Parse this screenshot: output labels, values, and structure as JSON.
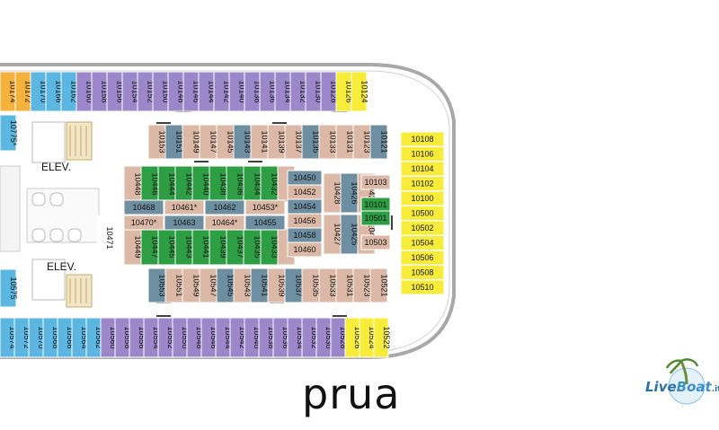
{
  "colors": {
    "purple": "#9b87c9",
    "blue": "#5bb7e2",
    "yellow": "#f7ec3a",
    "orange": "#f5b23c",
    "tan": "#dcb8a6",
    "slate": "#6e8fa2",
    "green": "#2e9e45",
    "hull": "#a8a8a8"
  },
  "labels": {
    "bow": "prua",
    "elevator_top": "ELEV.",
    "elevator_bottom": "ELEV."
  },
  "brand": {
    "part1": "Live",
    "part2": "Boat",
    "tld": ".it"
  },
  "cabins": {
    "top_row": [
      {
        "n": "10174",
        "c": "orange",
        "icon": false
      },
      {
        "n": "10172",
        "c": "orange",
        "icon": true
      },
      {
        "n": "10170",
        "c": "blue",
        "icon": true
      },
      {
        "n": "10166",
        "c": "blue",
        "icon": true
      },
      {
        "n": "10162",
        "c": "blue",
        "icon": false
      },
      {
        "n": "10160",
        "c": "purple",
        "icon": false
      },
      {
        "n": "10158",
        "c": "purple",
        "icon": false
      },
      {
        "n": "10156",
        "c": "purple",
        "icon": false
      },
      {
        "n": "10154",
        "c": "purple",
        "icon": false
      },
      {
        "n": "10152",
        "c": "purple",
        "icon": false
      },
      {
        "n": "10150",
        "c": "purple",
        "icon": false
      },
      {
        "n": "10148",
        "c": "purple",
        "icon": false
      },
      {
        "n": "10146",
        "c": "purple",
        "icon": false
      },
      {
        "n": "10144",
        "c": "purple",
        "icon": false
      },
      {
        "n": "10142",
        "c": "purple",
        "icon": false
      },
      {
        "n": "10140",
        "c": "purple",
        "icon": false
      },
      {
        "n": "10138",
        "c": "purple",
        "icon": false
      },
      {
        "n": "10136",
        "c": "purple",
        "icon": false
      },
      {
        "n": "10134",
        "c": "purple",
        "icon": false
      },
      {
        "n": "10132",
        "c": "purple",
        "icon": false
      },
      {
        "n": "10130",
        "c": "purple",
        "icon": false
      },
      {
        "n": "10128",
        "c": "purple",
        "icon": false
      },
      {
        "n": "10126",
        "c": "yellow",
        "icon": false
      },
      {
        "n": "10124",
        "c": "yellow",
        "icon": false
      }
    ],
    "bottom_row": [
      {
        "n": "10574",
        "c": "blue",
        "icon": false
      },
      {
        "n": "10572",
        "c": "blue",
        "icon": false
      },
      {
        "n": "10570",
        "c": "blue",
        "icon": false
      },
      {
        "n": "10568",
        "c": "blue",
        "icon": false
      },
      {
        "n": "10566",
        "c": "blue",
        "icon": false
      },
      {
        "n": "10564",
        "c": "blue",
        "icon": false
      },
      {
        "n": "10562",
        "c": "blue",
        "icon": false
      },
      {
        "n": "10560",
        "c": "purple",
        "icon": false
      },
      {
        "n": "10558",
        "c": "purple",
        "icon": false
      },
      {
        "n": "10556",
        "c": "purple",
        "icon": false
      },
      {
        "n": "10554",
        "c": "purple",
        "icon": false
      },
      {
        "n": "10552",
        "c": "purple",
        "icon": false
      },
      {
        "n": "10550",
        "c": "purple",
        "icon": false
      },
      {
        "n": "10548",
        "c": "purple",
        "icon": false
      },
      {
        "n": "10546",
        "c": "purple",
        "icon": false
      },
      {
        "n": "10544",
        "c": "purple",
        "icon": false
      },
      {
        "n": "10542",
        "c": "purple",
        "icon": false
      },
      {
        "n": "10540",
        "c": "purple",
        "icon": false
      },
      {
        "n": "10538",
        "c": "purple",
        "icon": false
      },
      {
        "n": "10536",
        "c": "purple",
        "icon": false
      },
      {
        "n": "10534",
        "c": "purple",
        "icon": false
      },
      {
        "n": "10532",
        "c": "purple",
        "icon": false
      },
      {
        "n": "10530",
        "c": "purple",
        "icon": false
      },
      {
        "n": "10528",
        "c": "purple",
        "icon": false
      },
      {
        "n": "10526",
        "c": "yellow",
        "icon": false
      },
      {
        "n": "10524",
        "c": "yellow",
        "icon": false
      },
      {
        "n": "10522",
        "c": "yellow",
        "icon": false
      }
    ],
    "upper_inner": [
      {
        "n": "10153",
        "c": "tan"
      },
      {
        "n": "10151",
        "c": "slate"
      },
      {
        "n": "10149",
        "c": "tan"
      },
      {
        "n": "10147",
        "c": "tan"
      },
      {
        "n": "10145",
        "c": "tan"
      },
      {
        "n": "10143",
        "c": "slate"
      },
      {
        "n": "10141",
        "c": "tan"
      },
      {
        "n": "10139",
        "c": "tan"
      },
      {
        "n": "10137",
        "c": "tan"
      },
      {
        "n": "10135",
        "c": "slate"
      },
      {
        "n": "10133",
        "c": "tan"
      },
      {
        "n": "10131",
        "c": "tan"
      },
      {
        "n": "10123",
        "c": "tan"
      },
      {
        "n": "10121",
        "c": "slate"
      }
    ],
    "lower_inner": [
      {
        "n": "10553",
        "c": "slate"
      },
      {
        "n": "10551",
        "c": "tan"
      },
      {
        "n": "10549",
        "c": "tan"
      },
      {
        "n": "10547",
        "c": "tan"
      },
      {
        "n": "10545",
        "c": "slate"
      },
      {
        "n": "10543",
        "c": "tan"
      },
      {
        "n": "10541",
        "c": "slate"
      },
      {
        "n": "10539",
        "c": "tan"
      },
      {
        "n": "10537",
        "c": "slate"
      },
      {
        "n": "10535",
        "c": "tan"
      },
      {
        "n": "10533",
        "c": "tan"
      },
      {
        "n": "10531",
        "c": "tan"
      },
      {
        "n": "10523",
        "c": "tan"
      },
      {
        "n": "10521",
        "c": "tan"
      }
    ],
    "center_top": [
      {
        "n": "10448",
        "c": "tan"
      },
      {
        "n": "10446",
        "c": "green"
      },
      {
        "n": "10444",
        "c": "green"
      },
      {
        "n": "10442",
        "c": "green"
      },
      {
        "n": "10440",
        "c": "green"
      },
      {
        "n": "10438",
        "c": "green"
      },
      {
        "n": "10436",
        "c": "green"
      },
      {
        "n": "10434",
        "c": "green"
      },
      {
        "n": "10432",
        "c": "green"
      },
      {
        "n": "10430",
        "c": "tan"
      }
    ],
    "center_bottom": [
      {
        "n": "10449",
        "c": "tan"
      },
      {
        "n": "10447",
        "c": "green"
      },
      {
        "n": "10445",
        "c": "green"
      },
      {
        "n": "10443",
        "c": "green"
      },
      {
        "n": "10441",
        "c": "green"
      },
      {
        "n": "10439",
        "c": "green"
      },
      {
        "n": "10437",
        "c": "green"
      },
      {
        "n": "10435",
        "c": "green"
      },
      {
        "n": "10433",
        "c": "green"
      },
      {
        "n": "10431",
        "c": "tan"
      }
    ],
    "center_mid": [
      {
        "n": "10468",
        "c": "slate"
      },
      {
        "n": "10461*",
        "c": "tan"
      },
      {
        "n": "10462",
        "c": "slate"
      },
      {
        "n": "10453*",
        "c": "tan"
      },
      {
        "n": "10470*",
        "c": "tan"
      },
      {
        "n": "10463",
        "c": "slate"
      },
      {
        "n": "10464*",
        "c": "tan"
      },
      {
        "n": "10455",
        "c": "slate"
      }
    ],
    "right_block": [
      {
        "n": "10450",
        "c": "slate"
      },
      {
        "n": "10452",
        "c": "tan"
      },
      {
        "n": "10454",
        "c": "slate"
      },
      {
        "n": "10456",
        "c": "tan"
      },
      {
        "n": "10458",
        "c": "slate"
      },
      {
        "n": "10460",
        "c": "tan"
      }
    ],
    "right_vertical": [
      {
        "n": "10428",
        "c": "tan"
      },
      {
        "n": "10426",
        "c": "slate"
      },
      {
        "n": "10424",
        "c": "tan"
      },
      {
        "n": "10427",
        "c": "tan"
      },
      {
        "n": "10425",
        "c": "slate"
      },
      {
        "n": "10423",
        "c": "tan"
      }
    ],
    "misc": [
      {
        "n": "10103",
        "c": "tan"
      },
      {
        "n": "10101",
        "c": "green"
      },
      {
        "n": "10501",
        "c": "green"
      },
      {
        "n": "10503",
        "c": "tan"
      },
      {
        "n": "10471",
        "c": "white"
      },
      {
        "n": "10775*",
        "c": "blue"
      },
      {
        "n": "10575",
        "c": "blue"
      }
    ],
    "bow_column": [
      {
        "n": "10108"
      },
      {
        "n": "10106"
      },
      {
        "n": "10104"
      },
      {
        "n": "10102"
      },
      {
        "n": "10100"
      },
      {
        "n": "10500"
      },
      {
        "n": "10502"
      },
      {
        "n": "10504"
      },
      {
        "n": "10506"
      },
      {
        "n": "10508"
      },
      {
        "n": "10510"
      }
    ]
  }
}
